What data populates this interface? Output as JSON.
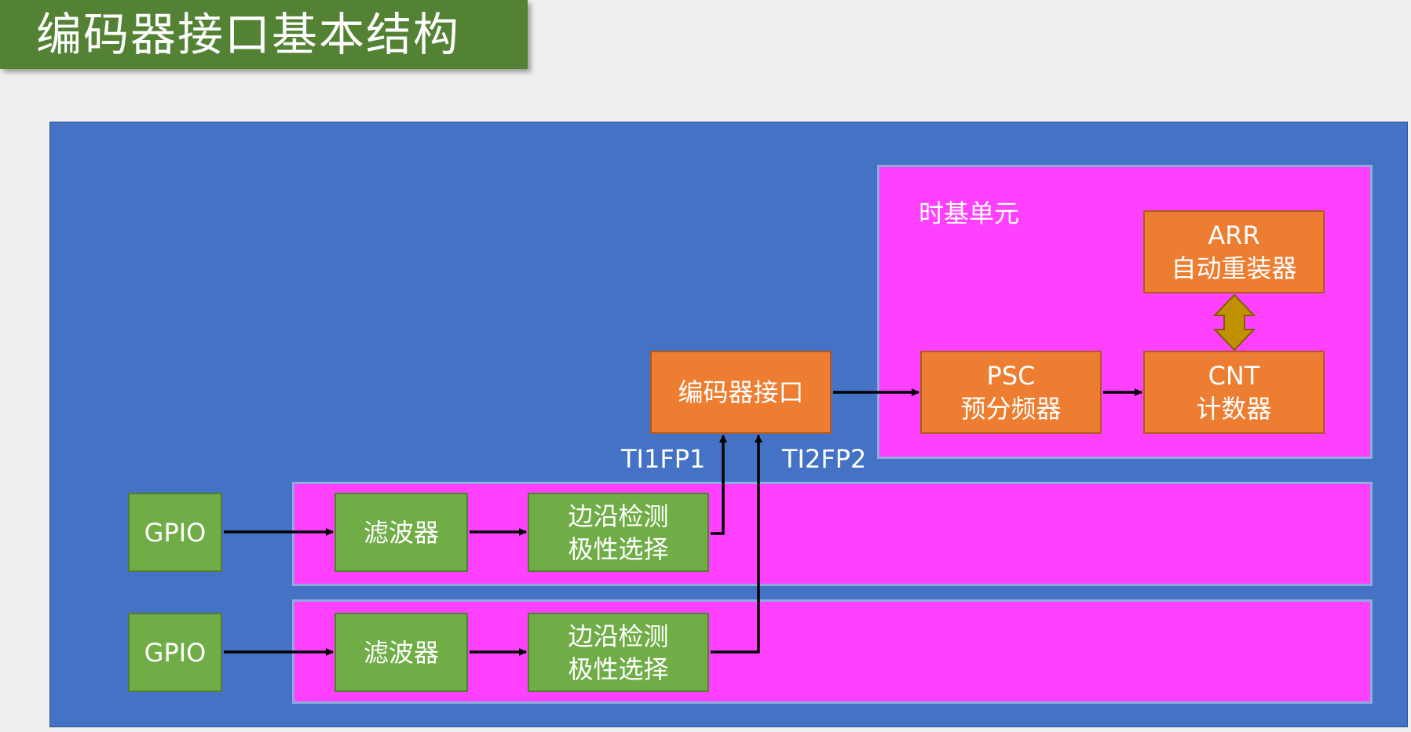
{
  "title": "编码器接口基本结构",
  "time_base": {
    "label": "时基单元",
    "arr": {
      "line1": "ARR",
      "line2": "自动重装器"
    },
    "psc": {
      "line1": "PSC",
      "line2": "预分频器"
    },
    "cnt": {
      "line1": "CNT",
      "line2": "计数器"
    }
  },
  "encoder_interface": {
    "label": "编码器接口"
  },
  "signals": {
    "ti1": "TI1FP1",
    "ti2": "TI2FP2"
  },
  "channels": [
    {
      "gpio": "GPIO",
      "filter": "滤波器",
      "edge_line1": "边沿检测",
      "edge_line2": "极性选择"
    },
    {
      "gpio": "GPIO",
      "filter": "滤波器",
      "edge_line1": "边沿检测",
      "edge_line2": "极性选择"
    }
  ],
  "colors": {
    "title_bar": "#548235",
    "panel": "#4472c4",
    "magenta": "#ff40ff",
    "green": "#70ad47",
    "orange": "#ed7d31",
    "double_arrow": "#bf9000"
  }
}
